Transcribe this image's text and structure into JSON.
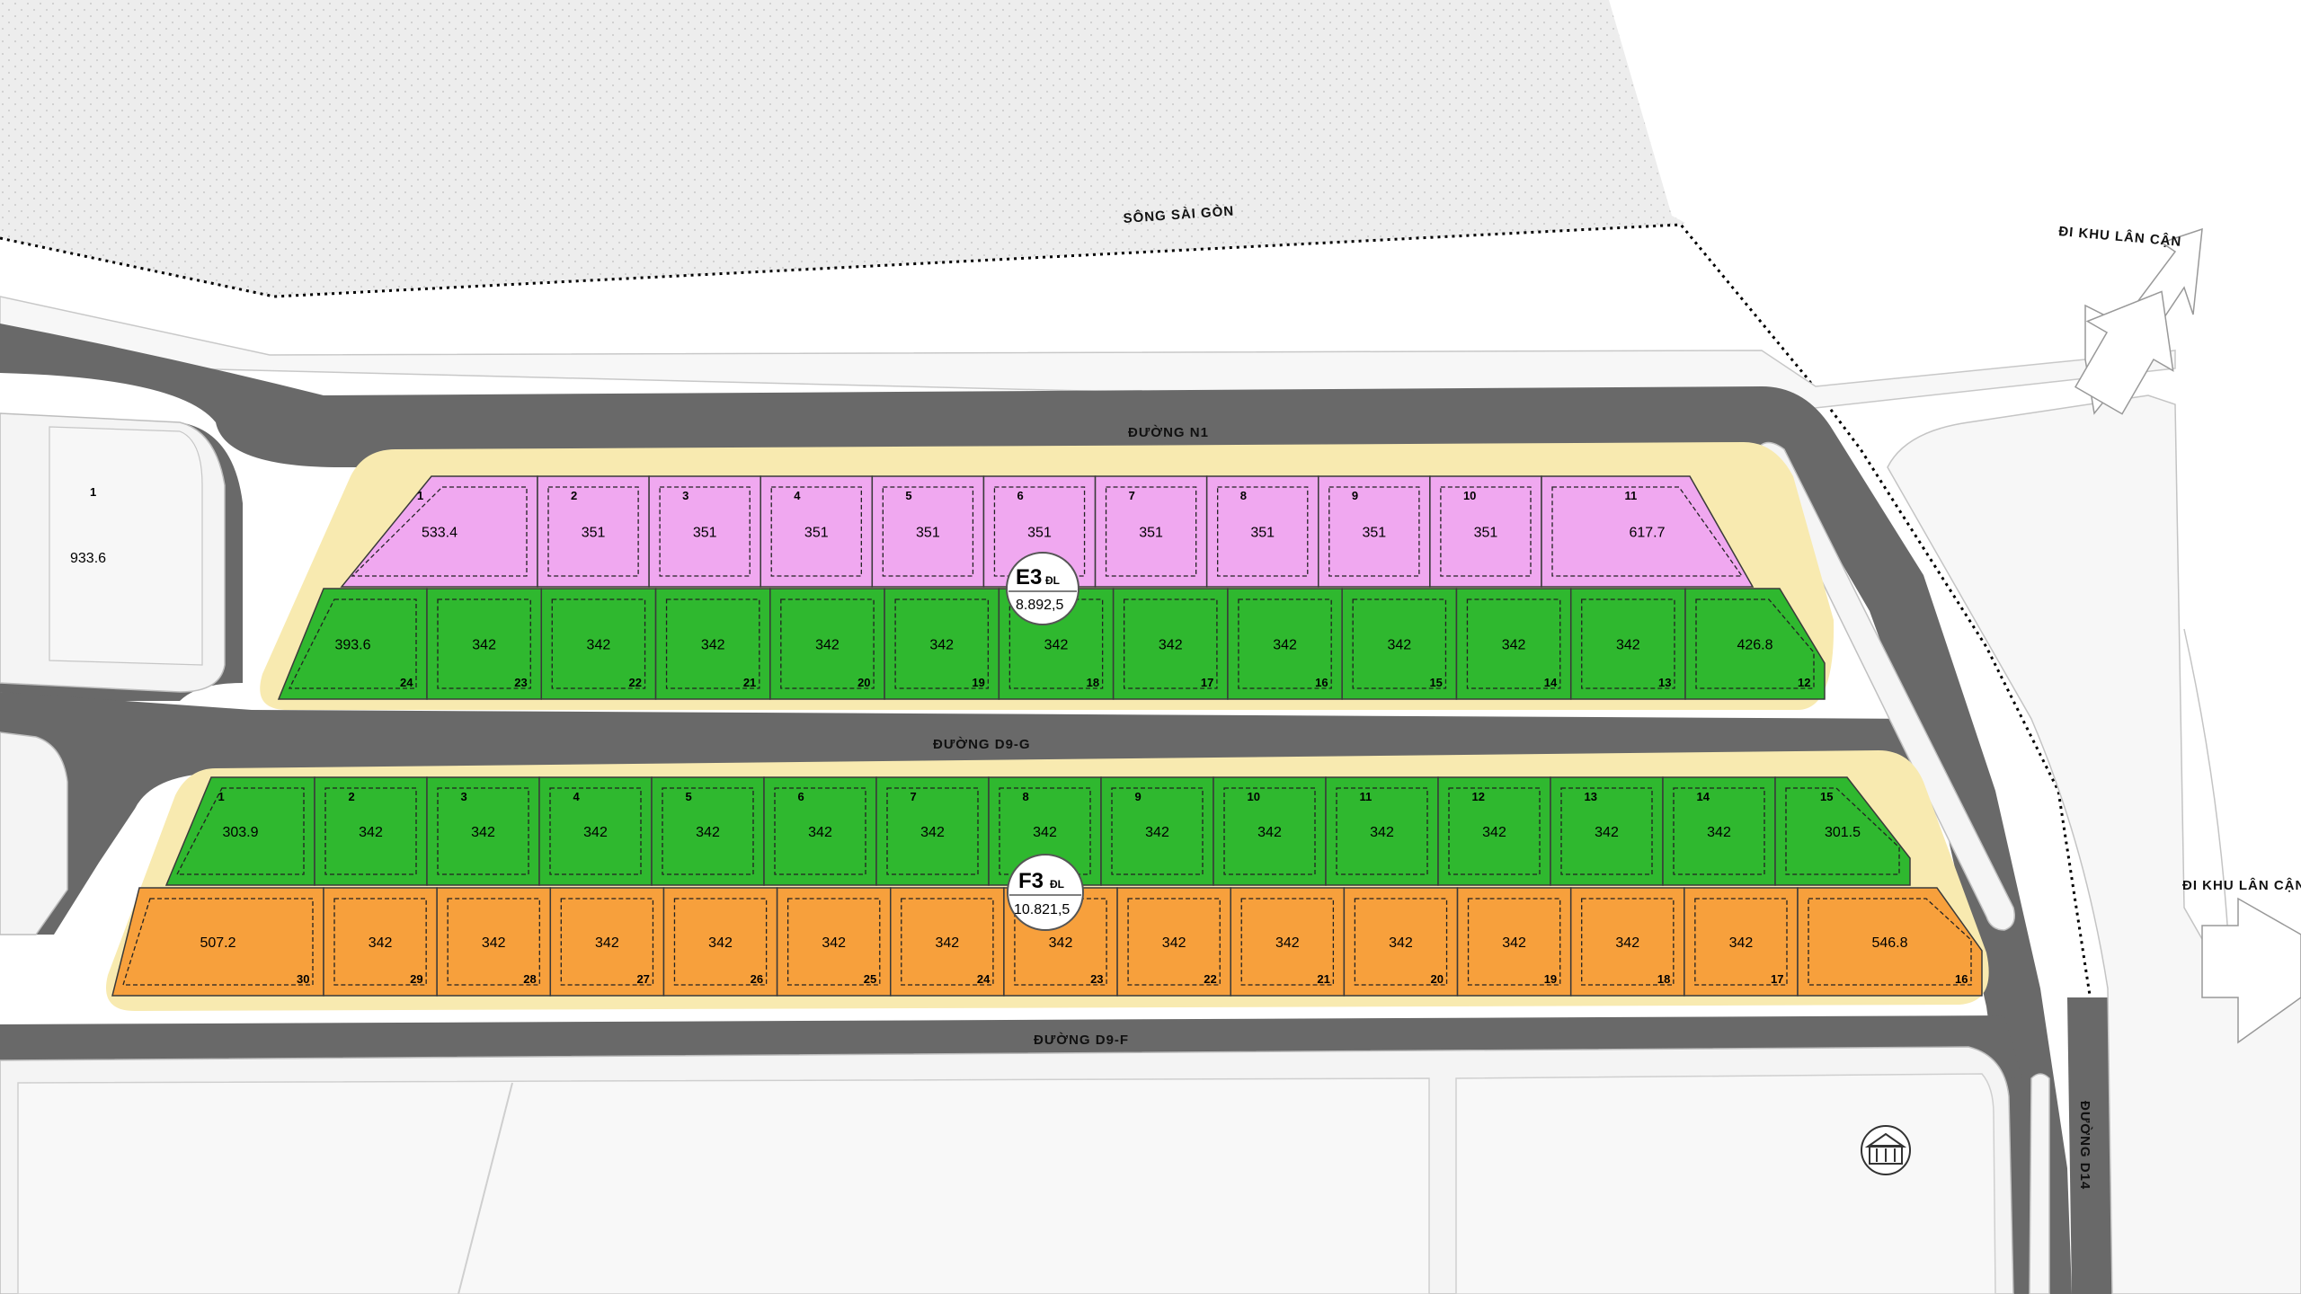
{
  "labels": {
    "river": "SÔNG SÀI GÒN",
    "exit_top": "ĐI KHU LÂN CẬN",
    "exit_right": "ĐI KHU LÂN CẬN",
    "road_n1": "ĐƯỜNG N1",
    "road_d9g": "ĐƯỜNG D9-G",
    "road_d9f": "ĐƯỜNG D9-F",
    "road_d14": "ĐƯỜNG D14"
  },
  "left_parcel": {
    "number": "1",
    "area": "933.6"
  },
  "blocks": {
    "e3": {
      "code": "E3",
      "suffix": "ĐL",
      "total_area": "8.892,5",
      "top_row": [
        {
          "num": "1",
          "area": "533.4"
        },
        {
          "num": "2",
          "area": "351"
        },
        {
          "num": "3",
          "area": "351"
        },
        {
          "num": "4",
          "area": "351"
        },
        {
          "num": "5",
          "area": "351"
        },
        {
          "num": "6",
          "area": "351"
        },
        {
          "num": "7",
          "area": "351"
        },
        {
          "num": "8",
          "area": "351"
        },
        {
          "num": "9",
          "area": "351"
        },
        {
          "num": "10",
          "area": "351"
        },
        {
          "num": "11",
          "area": "617.7"
        }
      ],
      "bottom_row": [
        {
          "num": "24",
          "area": "393.6"
        },
        {
          "num": "23",
          "area": "342"
        },
        {
          "num": "22",
          "area": "342"
        },
        {
          "num": "21",
          "area": "342"
        },
        {
          "num": "20",
          "area": "342"
        },
        {
          "num": "19",
          "area": "342"
        },
        {
          "num": "18",
          "area": "342"
        },
        {
          "num": "17",
          "area": "342"
        },
        {
          "num": "16",
          "area": "342"
        },
        {
          "num": "15",
          "area": "342"
        },
        {
          "num": "14",
          "area": "342"
        },
        {
          "num": "13",
          "area": "342"
        },
        {
          "num": "12",
          "area": "426.8"
        }
      ]
    },
    "f3": {
      "code": "F3",
      "suffix": "ĐL",
      "total_area": "10.821,5",
      "top_row": [
        {
          "num": "1",
          "area": "303.9"
        },
        {
          "num": "2",
          "area": "342"
        },
        {
          "num": "3",
          "area": "342"
        },
        {
          "num": "4",
          "area": "342"
        },
        {
          "num": "5",
          "area": "342"
        },
        {
          "num": "6",
          "area": "342"
        },
        {
          "num": "7",
          "area": "342"
        },
        {
          "num": "8",
          "area": "342"
        },
        {
          "num": "9",
          "area": "342"
        },
        {
          "num": "10",
          "area": "342"
        },
        {
          "num": "11",
          "area": "342"
        },
        {
          "num": "12",
          "area": "342"
        },
        {
          "num": "13",
          "area": "342"
        },
        {
          "num": "14",
          "area": "342"
        },
        {
          "num": "15",
          "area": "301.5"
        }
      ],
      "bottom_row": [
        {
          "num": "30",
          "area": "507.2"
        },
        {
          "num": "29",
          "area": "342"
        },
        {
          "num": "28",
          "area": "342"
        },
        {
          "num": "27",
          "area": "342"
        },
        {
          "num": "26",
          "area": "342"
        },
        {
          "num": "25",
          "area": "342"
        },
        {
          "num": "24",
          "area": "342"
        },
        {
          "num": "23",
          "area": "342"
        },
        {
          "num": "22",
          "area": "342"
        },
        {
          "num": "21",
          "area": "342"
        },
        {
          "num": "20",
          "area": "342"
        },
        {
          "num": "19",
          "area": "342"
        },
        {
          "num": "18",
          "area": "342"
        },
        {
          "num": "17",
          "area": "342"
        },
        {
          "num": "16",
          "area": "546.8"
        }
      ]
    }
  },
  "colors": {
    "road": "#696969",
    "sidewalk": "#f4f4f4",
    "verge": "#f8eab0",
    "e3_top": "#f0a8f0",
    "green": "#2fb82f",
    "orange": "#f7a03c",
    "river": "#ececec"
  },
  "icons": {
    "facility": "building-icon"
  }
}
